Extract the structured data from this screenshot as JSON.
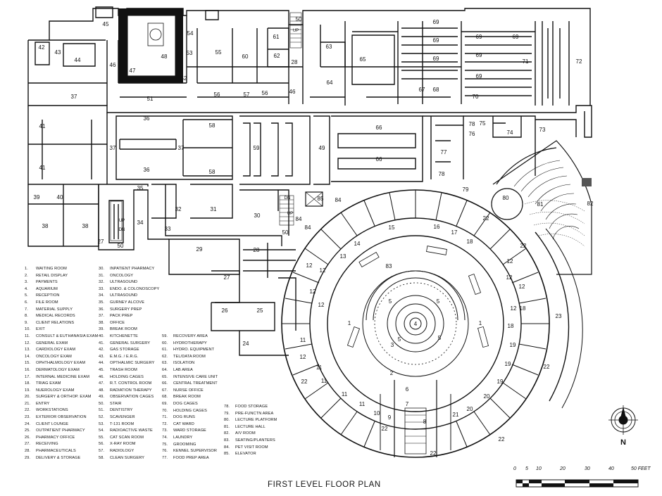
{
  "plan": {
    "title": "FIRST LEVEL FLOOR PLAN",
    "north_label": "N",
    "scale": {
      "ticks": [
        "0",
        "5",
        "10",
        "20",
        "30",
        "40"
      ],
      "units_label": "50 FEET"
    },
    "room_labels": {
      "r1a": "1",
      "r1b": "1",
      "r2": "2",
      "r3": "3",
      "r4": "4",
      "r5a": "5",
      "r5b": "5",
      "r5c": "5",
      "r5d": "5",
      "r6": "6",
      "r7": "7",
      "r8": "8",
      "r9": "9",
      "r10": "10",
      "r11a": "11",
      "r11b": "11",
      "r11c": "11",
      "r11d": "11",
      "r11e": "11",
      "r12a": "12",
      "r12b": "12",
      "r12c": "12",
      "r12d": "12",
      "r12e": "12",
      "r12f": "12",
      "r12g": "12",
      "r12h": "12",
      "r12i": "12",
      "r13": "13",
      "r14": "14",
      "r15": "15",
      "r16": "16",
      "r17": "17",
      "r18a": "18",
      "r18b": "18",
      "r18c": "18",
      "r19a": "19",
      "r19b": "19",
      "r19c": "19",
      "r20a": "20",
      "r20b": "20",
      "r21": "21",
      "r22a": "22",
      "r22b": "22",
      "r22c": "22",
      "r22d": "22",
      "r22e": "22",
      "r22f": "22",
      "r22g": "22",
      "r23": "23",
      "r24": "24",
      "r25": "25",
      "r26": "26",
      "r27a": "27",
      "r27b": "27",
      "r28a": "28",
      "r28b": "28",
      "r29": "29",
      "r30": "30",
      "r31": "31",
      "r32": "32",
      "r33": "33",
      "r34": "34",
      "r35": "35",
      "r36a": "36",
      "r36b": "36",
      "r37a": "37",
      "r37b": "37",
      "r37c": "37",
      "r38a": "38",
      "r38b": "38",
      "r39": "39",
      "r40": "40",
      "r41a": "41",
      "r41b": "41",
      "r42": "42",
      "r43": "43",
      "r44": "44",
      "r45": "45",
      "r46a": "46",
      "r46b": "46",
      "r47": "47",
      "r48": "48",
      "r49": "49",
      "r50a": "50",
      "r50b": "50",
      "r50c": "50",
      "r51": "51",
      "r52": "52",
      "r53": "53",
      "r54": "54",
      "r55": "55",
      "r56a": "56",
      "r56b": "56",
      "r57": "57",
      "r58a": "58",
      "r58b": "58",
      "r59": "59",
      "r60": "60",
      "r61": "61",
      "r62": "62",
      "r63": "63",
      "r64": "64",
      "r65": "65",
      "r66a": "66",
      "r66b": "66",
      "r67": "67",
      "r68": "68",
      "r69a": "69",
      "r69b": "69",
      "r69c": "69",
      "r69d": "69",
      "r69e": "69",
      "r69f": "69",
      "r69g": "69",
      "r70": "70",
      "r71": "71",
      "r72": "72",
      "r73": "73",
      "r74": "74",
      "r75": "75",
      "r76": "76",
      "r77": "77",
      "r78a": "78",
      "r78b": "78",
      "r79": "79",
      "r80": "80",
      "r81": "81",
      "r82": "82",
      "r83": "83",
      "r84a": "84",
      "r84b": "84",
      "r84c": "84",
      "r85": "85",
      "up1": "UP",
      "up2": "UP",
      "up3": "UP",
      "dn1": "DN",
      "dn2": "DN"
    },
    "legend_columns": [
      [
        [
          "1.",
          "WAITING ROOM"
        ],
        [
          "2.",
          "RETAIL DISPLAY"
        ],
        [
          "3.",
          "PAYMENTS"
        ],
        [
          "4.",
          "AQUARIUM"
        ],
        [
          "5.",
          "RECEPTION"
        ],
        [
          "6.",
          "FILE ROOM"
        ],
        [
          "7.",
          "MATERIAL SUPPLY"
        ],
        [
          "8.",
          "MEDICAL RECORDS"
        ],
        [
          "9.",
          "CLIENT RELATIONS"
        ],
        [
          "10.",
          "EXIT"
        ],
        [
          "11.",
          "CONSULT & EUTHANASIA EXAM"
        ],
        [
          "12.",
          "GENERAL EXAM"
        ],
        [
          "13.",
          "CARDIOLOGY EXAM"
        ],
        [
          "14.",
          "ONCOLOGY EXAM"
        ],
        [
          "15.",
          "OPHTHALMOLOGY EXAM"
        ],
        [
          "16.",
          "DERMATOLOGY EXAM"
        ],
        [
          "17.",
          "INTERNAL MEDICINE EXAM"
        ],
        [
          "18.",
          "TRIAG EXAM"
        ],
        [
          "19.",
          "NUEROLOGY EXAM"
        ],
        [
          "20.",
          "SURGERY & ORTHOP. EXAM"
        ],
        [
          "21.",
          "ENTRY"
        ],
        [
          "22.",
          "WORKSTATIONS"
        ],
        [
          "23.",
          "EXTERIOR OBSERVATION"
        ],
        [
          "24.",
          "CLIENT LOUNGE"
        ],
        [
          "25.",
          "OUTPATIENT PHARMACY"
        ],
        [
          "26.",
          "PHARMACY OFFICE"
        ],
        [
          "27.",
          "RECEIVING"
        ],
        [
          "28.",
          "PHARMACEUTICALS"
        ],
        [
          "29.",
          "DELIVERY & STORAGE"
        ]
      ],
      [
        [
          "30.",
          "INPATIENT PHARMACY"
        ],
        [
          "31.",
          "ONCOLOGY"
        ],
        [
          "32.",
          "ULTRASOUND"
        ],
        [
          "33.",
          "ENDO. & COLONOSCOPY"
        ],
        [
          "34.",
          "ULTRASOUND"
        ],
        [
          "35.",
          "GURNEY ALCOVE"
        ],
        [
          "36.",
          "SURGERY PREP"
        ],
        [
          "37.",
          "PACK PREP"
        ],
        [
          "38.",
          "OFFICE"
        ],
        [
          "39.",
          "BREAK ROOM"
        ],
        [
          "40.",
          "KITCHENETTE"
        ],
        [
          "41.",
          "GENERAL SURGERY"
        ],
        [
          "42.",
          "GAS STORAGE"
        ],
        [
          "43.",
          "E.M.G. / E.R.G."
        ],
        [
          "44.",
          "OPTHALMIC SURGERY"
        ],
        [
          "45.",
          "TRASH ROOM"
        ],
        [
          "46.",
          "HOLDING CAGES"
        ],
        [
          "47.",
          "R.T. CONTROL ROOM"
        ],
        [
          "48.",
          "RADIATION THERAPY"
        ],
        [
          "49.",
          "OBSERVATION CAGES"
        ],
        [
          "50.",
          "STAIR"
        ],
        [
          "51.",
          "DENTISTRY"
        ],
        [
          "52.",
          "SCAVENGER"
        ],
        [
          "53.",
          "T-131 ROOM"
        ],
        [
          "54.",
          "RADIOACTIVE WASTE"
        ],
        [
          "55.",
          "CAT SCAN ROOM"
        ],
        [
          "56.",
          "X-RAY ROOM"
        ],
        [
          "57.",
          "RADIOLOGY"
        ],
        [
          "58.",
          "CLEAN SURGERY"
        ]
      ],
      [
        [
          "59.",
          "RECOVERY AREA"
        ],
        [
          "60.",
          "HYDROTHERAPY"
        ],
        [
          "61.",
          "HYDRO. EQUIPMENT"
        ],
        [
          "62.",
          "TEL/DATA ROOM"
        ],
        [
          "63.",
          "ISOLATION"
        ],
        [
          "64.",
          "LAB AREA"
        ],
        [
          "65.",
          "INTENSIVE CARE UNIT"
        ],
        [
          "66.",
          "CENTRAL TREATMENT"
        ],
        [
          "67.",
          "NURSE OFFICE"
        ],
        [
          "68.",
          "BREAK ROOM"
        ],
        [
          "69.",
          "DOG CAGES"
        ],
        [
          "70.",
          "HOLDING CAGES"
        ],
        [
          "71.",
          "DOG RUNS"
        ],
        [
          "72.",
          "CAT WARD"
        ],
        [
          "73.",
          "WARD STORAGE"
        ],
        [
          "74.",
          "LAUNDRY"
        ],
        [
          "75.",
          "GROOMING"
        ],
        [
          "76.",
          "KENNEL SUPERVISOR"
        ],
        [
          "77.",
          "FOOD PREP AREA"
        ]
      ],
      [
        [
          "78.",
          "FOOD STORAGE"
        ],
        [
          "79.",
          "PRE-FUNCTN AREA"
        ],
        [
          "80.",
          "LECTURE PLATFORM"
        ],
        [
          "81.",
          "LECTURE HALL"
        ],
        [
          "82.",
          "A/V ROOM"
        ],
        [
          "83.",
          "SEATING/PLANTERS"
        ],
        [
          "84.",
          "PET VISIT ROOM"
        ],
        [
          "85.",
          "ELEVATOR"
        ]
      ]
    ]
  }
}
